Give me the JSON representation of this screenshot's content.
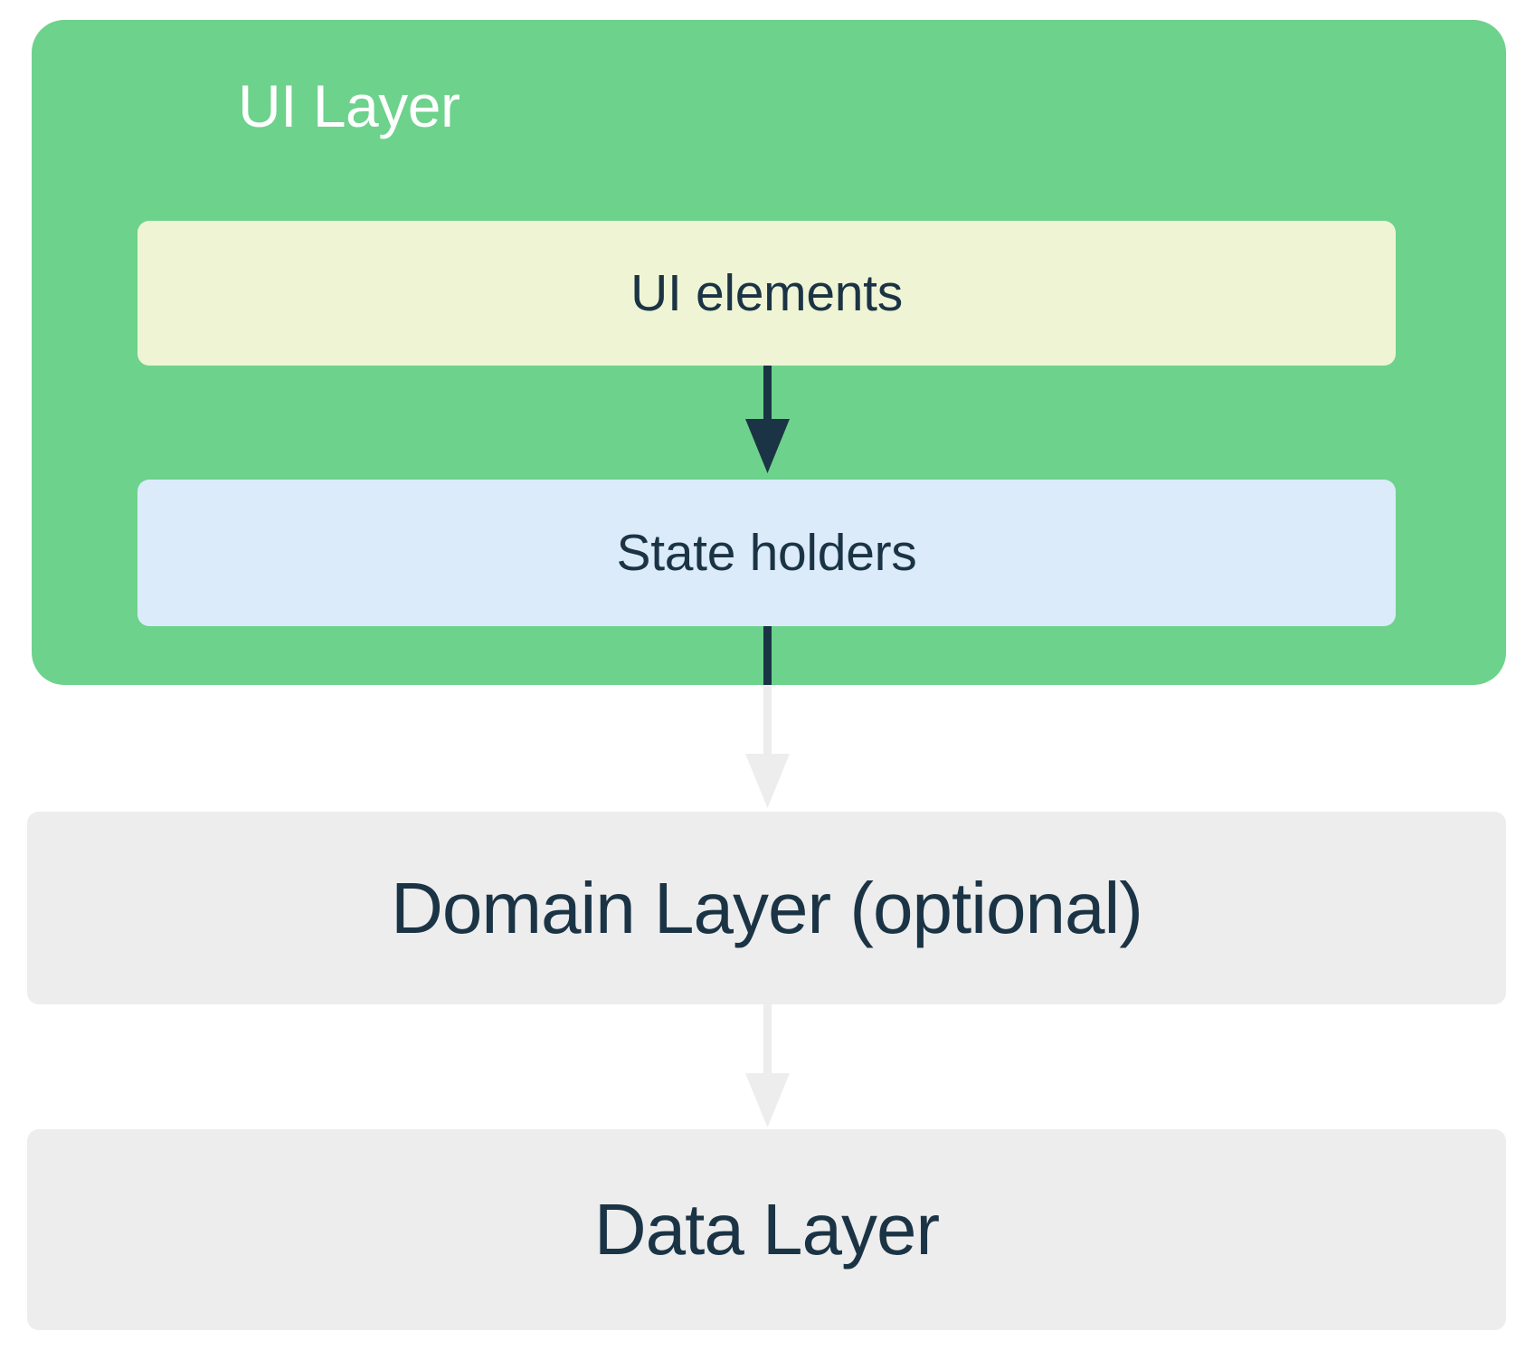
{
  "diagram": {
    "title": "UI Layer",
    "type": "layered-architecture",
    "background_color": "#FFFFFF"
  },
  "ui_layer": {
    "label": "UI Layer",
    "color": "#6DD28B",
    "label_color": "#FFFFFF",
    "children": [
      {
        "name": "ui-elements",
        "label": "UI elements",
        "color": "#EFF4D4",
        "label_color": "#1B3445"
      },
      {
        "name": "state-holders",
        "label": "State holders",
        "color": "#DBEBFA",
        "label_color": "#1B3445"
      }
    ]
  },
  "domain_layer": {
    "label": "Domain Layer (optional)",
    "color": "#EDEDED",
    "label_color": "#1B3445"
  },
  "data_layer": {
    "label": "Data Layer",
    "color": "#EDEDED",
    "label_color": "#1B3445"
  },
  "arrows": [
    {
      "name": "arrow-ui-elements-to-state-holders",
      "from": "UI elements",
      "to": "State holders",
      "color": "#1B3445",
      "style": "solid-dark"
    },
    {
      "name": "arrow-state-holders-to-domain-layer",
      "from": "State holders",
      "to": "Domain Layer (optional)",
      "color_inside_ui_layer": "#1B3445",
      "color_outside": "#EDEDED",
      "style": "solid-two-tone"
    },
    {
      "name": "arrow-domain-layer-to-data-layer",
      "from": "Domain Layer (optional)",
      "to": "Data Layer",
      "color": "#EDEDED",
      "style": "solid-light"
    }
  ]
}
